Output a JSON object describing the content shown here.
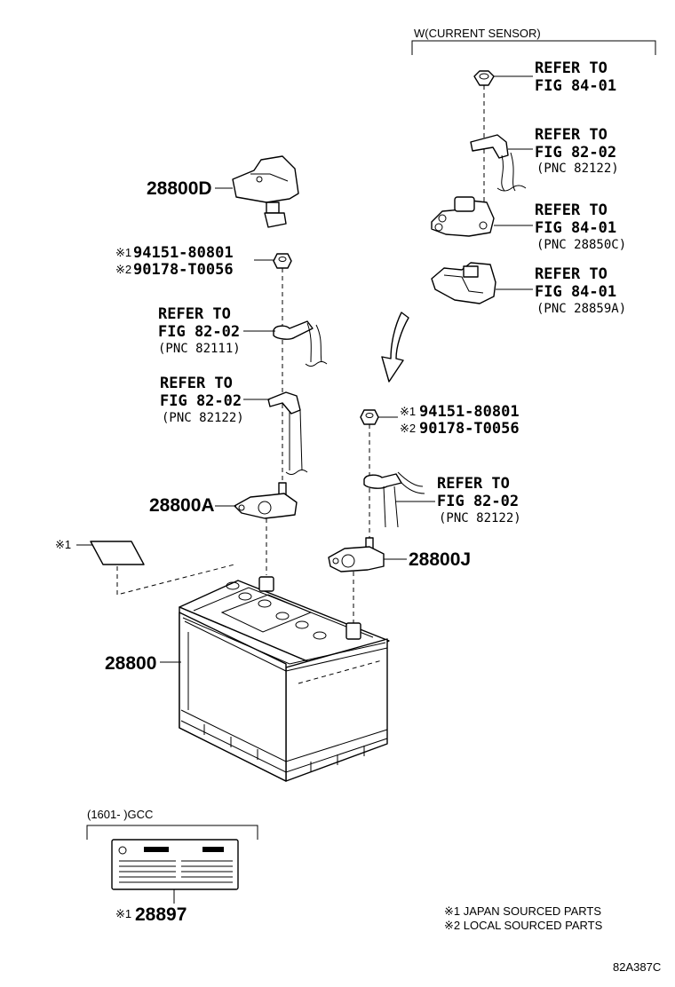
{
  "current_sensor_header": "W(CURRENT SENSOR)",
  "bracket_header": "(1601-      )GCC",
  "diagram_code": "82A387C",
  "parts": {
    "p28800d": "28800D",
    "p28800a": "28800A",
    "p28800j": "28800J",
    "p28800": "28800",
    "p28897": "28897"
  },
  "markers": {
    "m1": "※1",
    "m2": "※2"
  },
  "nut_left": {
    "line1": "94151-80801",
    "line2": "90178-T0056"
  },
  "nut_right": {
    "line1": "94151-80801",
    "line2": "90178-T0056"
  },
  "refs": {
    "r1": {
      "a": "REFER TO",
      "b": "FIG 84-01"
    },
    "r2": {
      "a": "REFER TO",
      "b": "FIG 82-02",
      "c": "(PNC 82122)"
    },
    "r3": {
      "a": "REFER TO",
      "b": "FIG 84-01",
      "c": "(PNC 28850C)"
    },
    "r4": {
      "a": "REFER TO",
      "b": "FIG 84-01",
      "c": "(PNC 28859A)"
    },
    "r5": {
      "a": "REFER TO",
      "b": "FIG 82-02",
      "c": "(PNC 82111)"
    },
    "r6": {
      "a": "REFER TO",
      "b": "FIG 82-02",
      "c": "(PNC 82122)"
    },
    "r7": {
      "a": "REFER TO",
      "b": "FIG 82-02",
      "c": "(PNC 82122)"
    }
  },
  "legend": {
    "l1": "※1 JAPAN SOURCED PARTS",
    "l2": "※2 LOCAL SOURCED PARTS"
  }
}
